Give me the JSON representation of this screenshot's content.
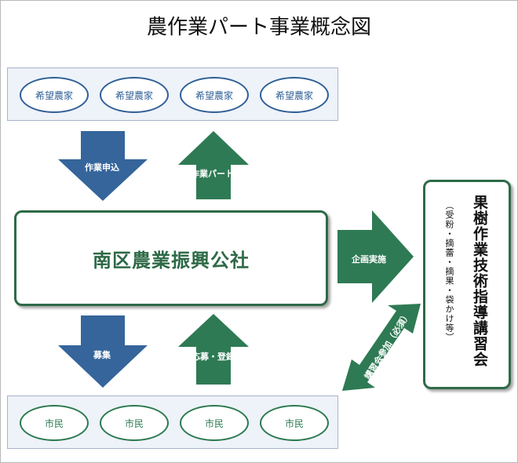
{
  "title": "農作業パート事業概念図",
  "top_group": {
    "items": [
      "希望農家",
      "希望農家",
      "希望農家",
      "希望農家"
    ]
  },
  "bottom_group": {
    "items": [
      "市民",
      "市民",
      "市民",
      "市民"
    ]
  },
  "center_box": {
    "label": "南区農業振興公社"
  },
  "right_box": {
    "title": "果樹作業技術指導講習会",
    "subtitle": "（受粉・摘蕾・摘果・袋かけ等）"
  },
  "arrows": {
    "request": "作業申込",
    "part_work": "作業パート",
    "planning": "企画実施",
    "recruit": "募集",
    "apply": "応募・登録",
    "attendance": "講習会参加（必須）"
  },
  "colors": {
    "blue": "#35659b",
    "green": "#2e7a54",
    "box_border": "#2e6a47"
  }
}
